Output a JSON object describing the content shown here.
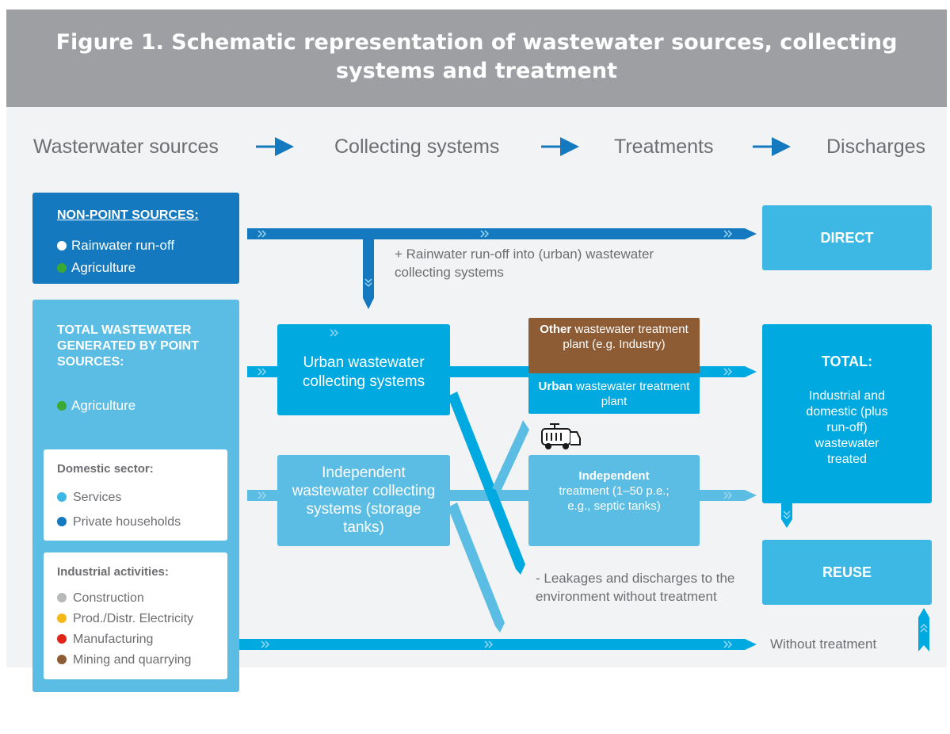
{
  "title": "Figure 1. Schematic representation of wastewater sources, collecting systems and treatment",
  "steps": [
    "Wasterwater sources",
    "Collecting systems",
    "Treatments",
    "Discharges"
  ],
  "colors": {
    "title_bar": "#9d9fa2",
    "background": "#f2f3f5",
    "dark_blue": "#1479be",
    "medium_blue": "#00a9e0",
    "light_blue": "#5bbde3",
    "brown": "#8d5b34",
    "text_grey": "#6d6e71"
  },
  "non_point": {
    "heading": "NON-POINT SOURCES:",
    "items": [
      {
        "label": "Rainwater run-off",
        "color": "#ffffff"
      },
      {
        "label": "Agriculture",
        "color": "#3aa935"
      }
    ]
  },
  "point": {
    "heading": "TOTAL WASTEWATER GENERATED BY POINT SOURCES:",
    "items": [
      {
        "label": "Agriculture",
        "color": "#3aa935"
      }
    ],
    "domestic": {
      "heading": "Domestic sector:",
      "items": [
        {
          "label": "Services",
          "color": "#3db7e4"
        },
        {
          "label": "Private households",
          "color": "#1479be"
        }
      ]
    },
    "industrial": {
      "heading": "Industrial activities:",
      "items": [
        {
          "label": "Construction",
          "color": "#b7b8ba"
        },
        {
          "label": "Prod./Distr. Electricity",
          "color": "#f6b817"
        },
        {
          "label": "Manufacturing",
          "color": "#e1251b"
        },
        {
          "label": "Mining and quarrying",
          "color": "#8d5b34"
        }
      ]
    }
  },
  "collecting": {
    "urban": "Urban wastewater collecting systems",
    "independent": "Independent wastewater collecting systems (storage tanks)"
  },
  "treatments": {
    "other_bold": "Other",
    "other_rest": "wastewater treatment plant (e.g. Industry)",
    "urban_bold": "Urban",
    "urban_rest": "wastewater treatment plant",
    "independent_bold": "Independent",
    "independent_rest": "treatment (1–50 p.e.; e.g., septic tanks)"
  },
  "discharges": {
    "direct": "DIRECT",
    "total_heading": "TOTAL:",
    "total_body": "Industrial and domestic (plus run-off) wastewater treated",
    "reuse": "REUSE"
  },
  "notes": {
    "runoff": "+ Rainwater run-off into (urban) wastewater collecting systems",
    "leakages": "- Leakages and discharges to the environment without treatment",
    "without_treatment": "Without treatment"
  },
  "icons": [
    "truck-icon",
    "arrow-right-icon",
    "chevron-double-icon"
  ]
}
